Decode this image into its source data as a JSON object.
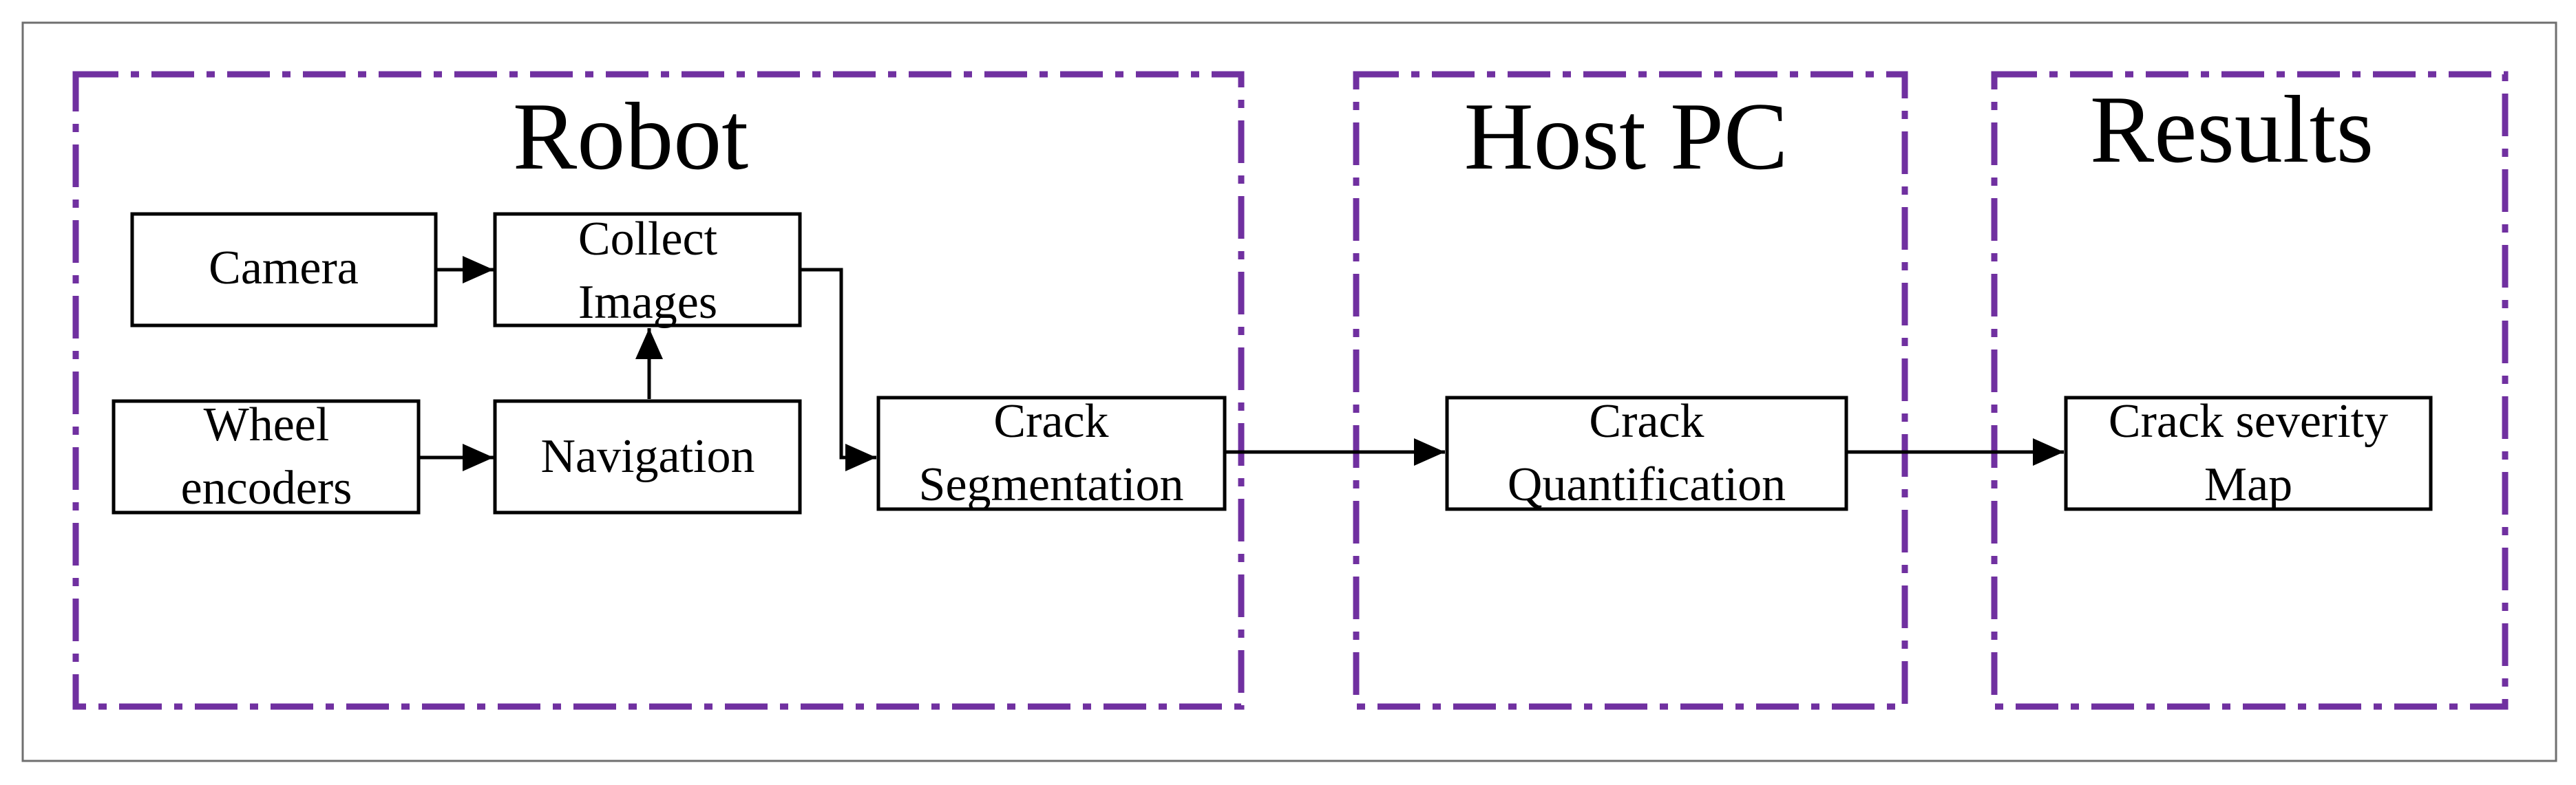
{
  "groups": {
    "robot": {
      "title": "Robot"
    },
    "host_pc": {
      "title": "Host PC"
    },
    "results": {
      "title": "Results"
    }
  },
  "nodes": {
    "camera": {
      "lines": [
        "Camera"
      ]
    },
    "collect_images": {
      "lines": [
        "Collect",
        "Images"
      ]
    },
    "wheel_encoders": {
      "lines": [
        "Wheel",
        "encoders"
      ]
    },
    "navigation": {
      "lines": [
        "Navigation"
      ]
    },
    "crack_segmentation": {
      "lines": [
        "Crack",
        "Segmentation"
      ]
    },
    "crack_quantification": {
      "lines": [
        "Crack",
        "Quantification"
      ]
    },
    "crack_severity_map": {
      "lines": [
        "Crack severity",
        "Map"
      ]
    }
  },
  "edges": [
    {
      "from": "camera",
      "to": "collect_images"
    },
    {
      "from": "navigation",
      "to": "collect_images"
    },
    {
      "from": "wheel_encoders",
      "to": "navigation"
    },
    {
      "from": "collect_images",
      "to": "crack_segmentation"
    },
    {
      "from": "crack_segmentation",
      "to": "crack_quantification"
    },
    {
      "from": "crack_quantification",
      "to": "crack_severity_map"
    }
  ],
  "colors": {
    "group_border": "#7030a0",
    "node_border": "#000000",
    "frame_border": "#6f6f6f"
  }
}
